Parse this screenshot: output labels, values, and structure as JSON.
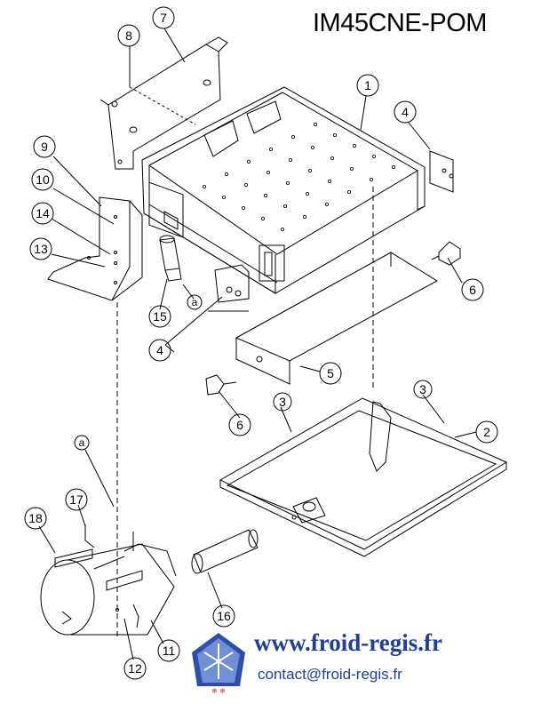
{
  "model": "IM45CNE-POM",
  "callouts": [
    {
      "id": "c7",
      "label": "7"
    },
    {
      "id": "c8",
      "label": "8"
    },
    {
      "id": "c1",
      "label": "1"
    },
    {
      "id": "c4a",
      "label": "4"
    },
    {
      "id": "c9",
      "label": "9"
    },
    {
      "id": "c10",
      "label": "10"
    },
    {
      "id": "c14",
      "label": "14"
    },
    {
      "id": "c13",
      "label": "13"
    },
    {
      "id": "c6a",
      "label": "6"
    },
    {
      "id": "c15",
      "label": "15"
    },
    {
      "id": "ca1",
      "label": "a"
    },
    {
      "id": "c4b",
      "label": "4"
    },
    {
      "id": "c5",
      "label": "5"
    },
    {
      "id": "c6b",
      "label": "6"
    },
    {
      "id": "c3a",
      "label": "3"
    },
    {
      "id": "c3b",
      "label": "3"
    },
    {
      "id": "c2",
      "label": "2"
    },
    {
      "id": "ca2",
      "label": "a"
    },
    {
      "id": "c17",
      "label": "17"
    },
    {
      "id": "c18",
      "label": "18"
    },
    {
      "id": "c16",
      "label": "16"
    },
    {
      "id": "c11",
      "label": "11"
    },
    {
      "id": "c12",
      "label": "12"
    }
  ],
  "website": "www.froid-regis.fr",
  "email": "contact@froid-regis.fr",
  "colors": {
    "brand_blue": "#1f3f95",
    "line": "#000000"
  }
}
